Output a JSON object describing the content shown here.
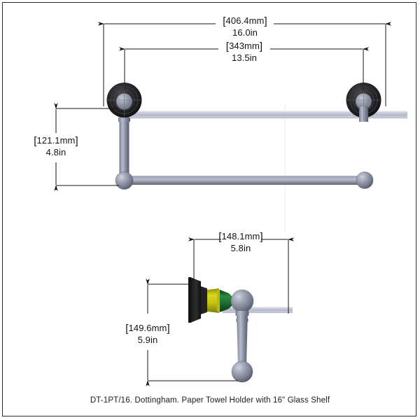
{
  "drawing": {
    "caption": "DT-1PT/16. Dottingham. Paper Towel Holder with 16\" Glass Shelf",
    "background_color": "#ffffff",
    "border_color": "#2b2b2b",
    "line_color": "#141414"
  },
  "dimensions": {
    "top_overall": {
      "metric": "406.4mm",
      "imperial": "16.0in",
      "bracket_open": "[",
      "bracket_close": "]",
      "orientation": "horizontal"
    },
    "top_mount_spacing": {
      "metric": "343mm",
      "imperial": "13.5in",
      "bracket_open": "[",
      "bracket_close": "]",
      "orientation": "horizontal"
    },
    "left_height": {
      "metric": "121.1mm",
      "imperial": "4.8in",
      "bracket_open": "[",
      "bracket_close": "]",
      "orientation": "vertical"
    },
    "lower_width": {
      "metric": "148.1mm",
      "imperial": "5.8in",
      "bracket_open": "[",
      "bracket_close": "]",
      "orientation": "horizontal"
    },
    "lower_height": {
      "metric": "149.6mm",
      "imperial": "5.9in",
      "bracket_open": "[",
      "bracket_close": "]",
      "orientation": "vertical"
    }
  },
  "product": {
    "views": [
      {
        "name": "front-elevation",
        "label": "Front elevation of paper towel holder with glass shelf"
      },
      {
        "name": "side-elevation",
        "label": "Side elevation of paper towel holder with glass shelf"
      }
    ],
    "colors": {
      "metal_light": "#a9aebe",
      "metal_mid": "#878ea1",
      "metal_dark": "#5d6376",
      "mount_dark": "#201f1f",
      "glass_shelf": "#c3c5d4",
      "accent_yellow": "#c8c812",
      "accent_green": "#1a6b2a"
    }
  }
}
